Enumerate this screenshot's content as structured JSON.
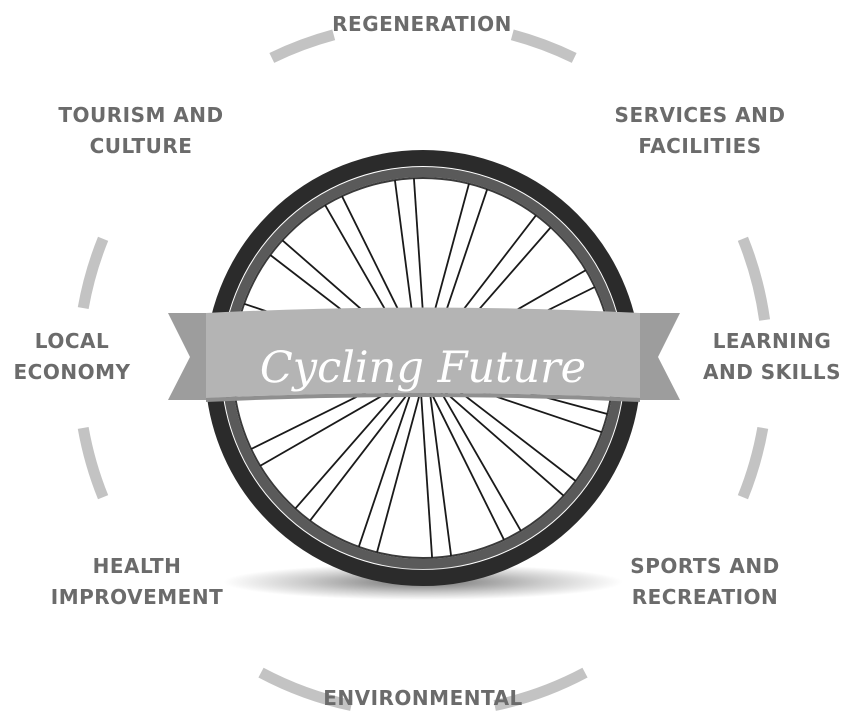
{
  "banner": {
    "title": "Cycling Future"
  },
  "themes": [
    {
      "id": "regeneration",
      "lines": [
        "REGENERATION"
      ]
    },
    {
      "id": "services-and-facilities",
      "lines": [
        "SERVICES AND",
        "FACILITIES"
      ]
    },
    {
      "id": "learning-and-skills",
      "lines": [
        "LEARNING",
        "AND SKILLS"
      ]
    },
    {
      "id": "sports-and-recreation",
      "lines": [
        "SPORTS AND",
        "RECREATION"
      ]
    },
    {
      "id": "environmental",
      "lines": [
        "ENVIRONMENTAL"
      ]
    },
    {
      "id": "health-improvement",
      "lines": [
        "HEALTH",
        "IMPROVEMENT"
      ]
    },
    {
      "id": "local-economy",
      "lines": [
        "LOCAL",
        "ECONOMY"
      ]
    },
    {
      "id": "tourism-and-culture",
      "lines": [
        "TOURISM AND",
        "CULTURE"
      ]
    }
  ],
  "colors": {
    "ring": "#c3c3c3",
    "label": "#6b6b6b",
    "tire": "#2b2b2b",
    "rim": "#5a5a5a",
    "spoke": "#1a1a1a",
    "banner": "#b4b4b4",
    "banner_shadow": "#8f8f8f",
    "banner_text": "#ffffff"
  }
}
